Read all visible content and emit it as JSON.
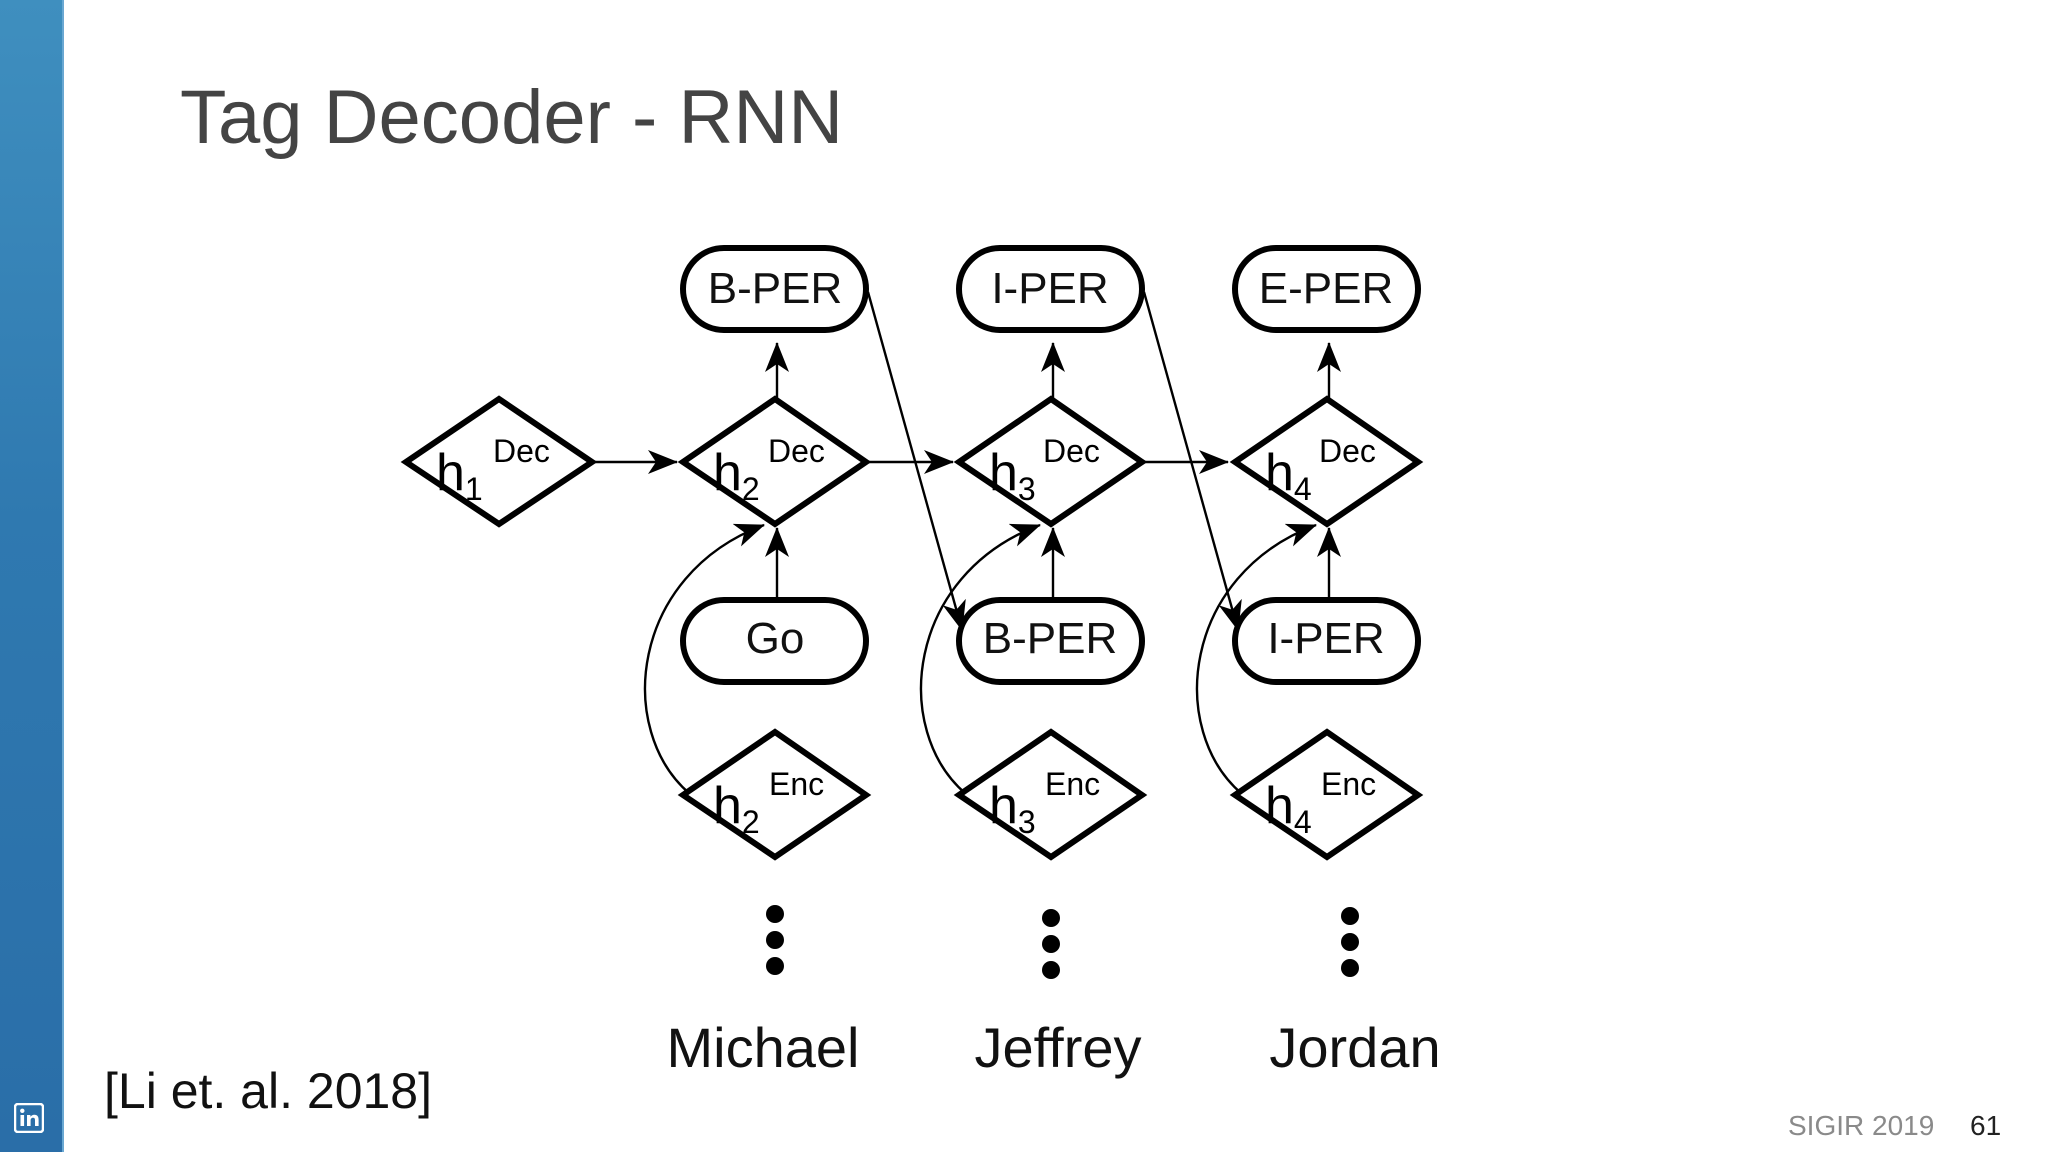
{
  "slide": {
    "title": "Tag Decoder - RNN",
    "citation": "[Li et. al. 2018]",
    "footer": {
      "conference": "SIGIR 2019",
      "page_number": "61"
    },
    "brand_icon": "linkedin-icon",
    "colors": {
      "sidebar": "#2f79b0",
      "title": "#444444",
      "diagram_stroke": "#000000"
    }
  },
  "diagram": {
    "output_tags": [
      "B-PER",
      "I-PER",
      "E-PER"
    ],
    "input_tags": [
      "Go",
      "B-PER",
      "I-PER"
    ],
    "decoder_states": [
      {
        "base": "h",
        "sub": "1",
        "sup": "Dec"
      },
      {
        "base": "h",
        "sub": "2",
        "sup": "Dec"
      },
      {
        "base": "h",
        "sub": "3",
        "sup": "Dec"
      },
      {
        "base": "h",
        "sub": "4",
        "sup": "Dec"
      }
    ],
    "encoder_states": [
      {
        "base": "h",
        "sub": "2",
        "sup": "Enc"
      },
      {
        "base": "h",
        "sub": "3",
        "sup": "Enc"
      },
      {
        "base": "h",
        "sub": "4",
        "sup": "Enc"
      }
    ],
    "words": [
      "Michael",
      "Jeffrey",
      "Jordan"
    ]
  }
}
